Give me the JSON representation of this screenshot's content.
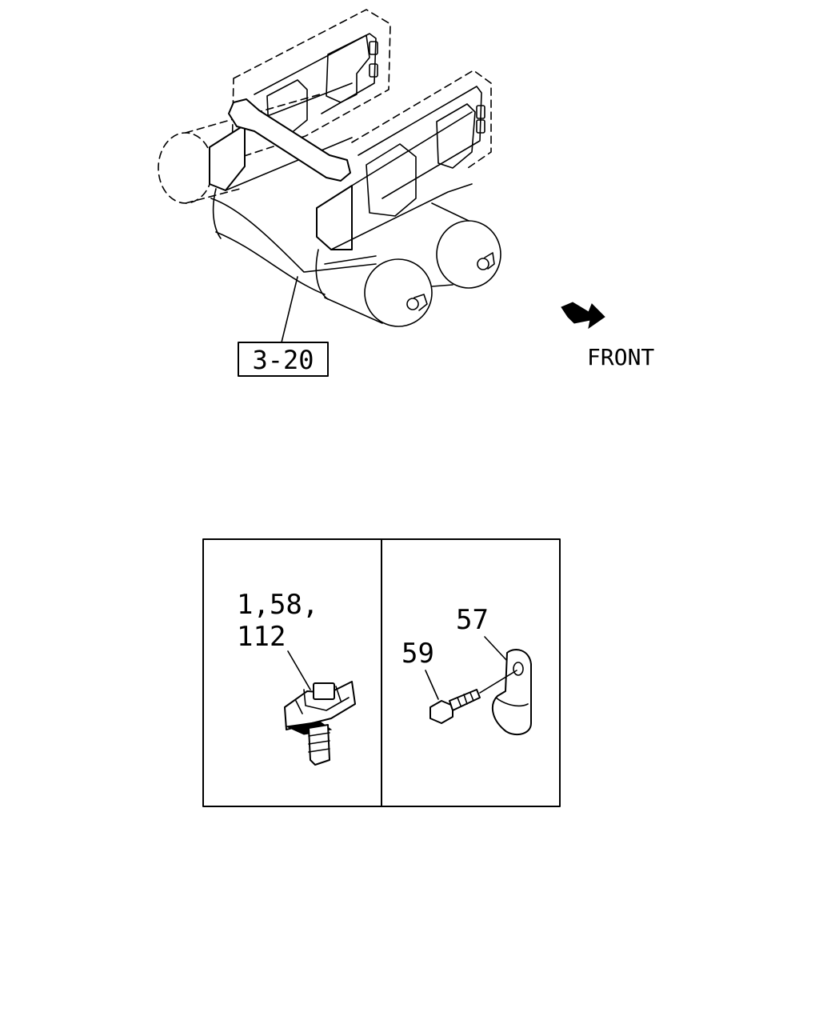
{
  "ref_box_label": "3-20",
  "direction_label": "FRONT",
  "panel_left": {
    "label_line1": "1,58,",
    "label_line2": "112"
  },
  "panel_right": {
    "label_a": "57",
    "label_b": "59"
  }
}
